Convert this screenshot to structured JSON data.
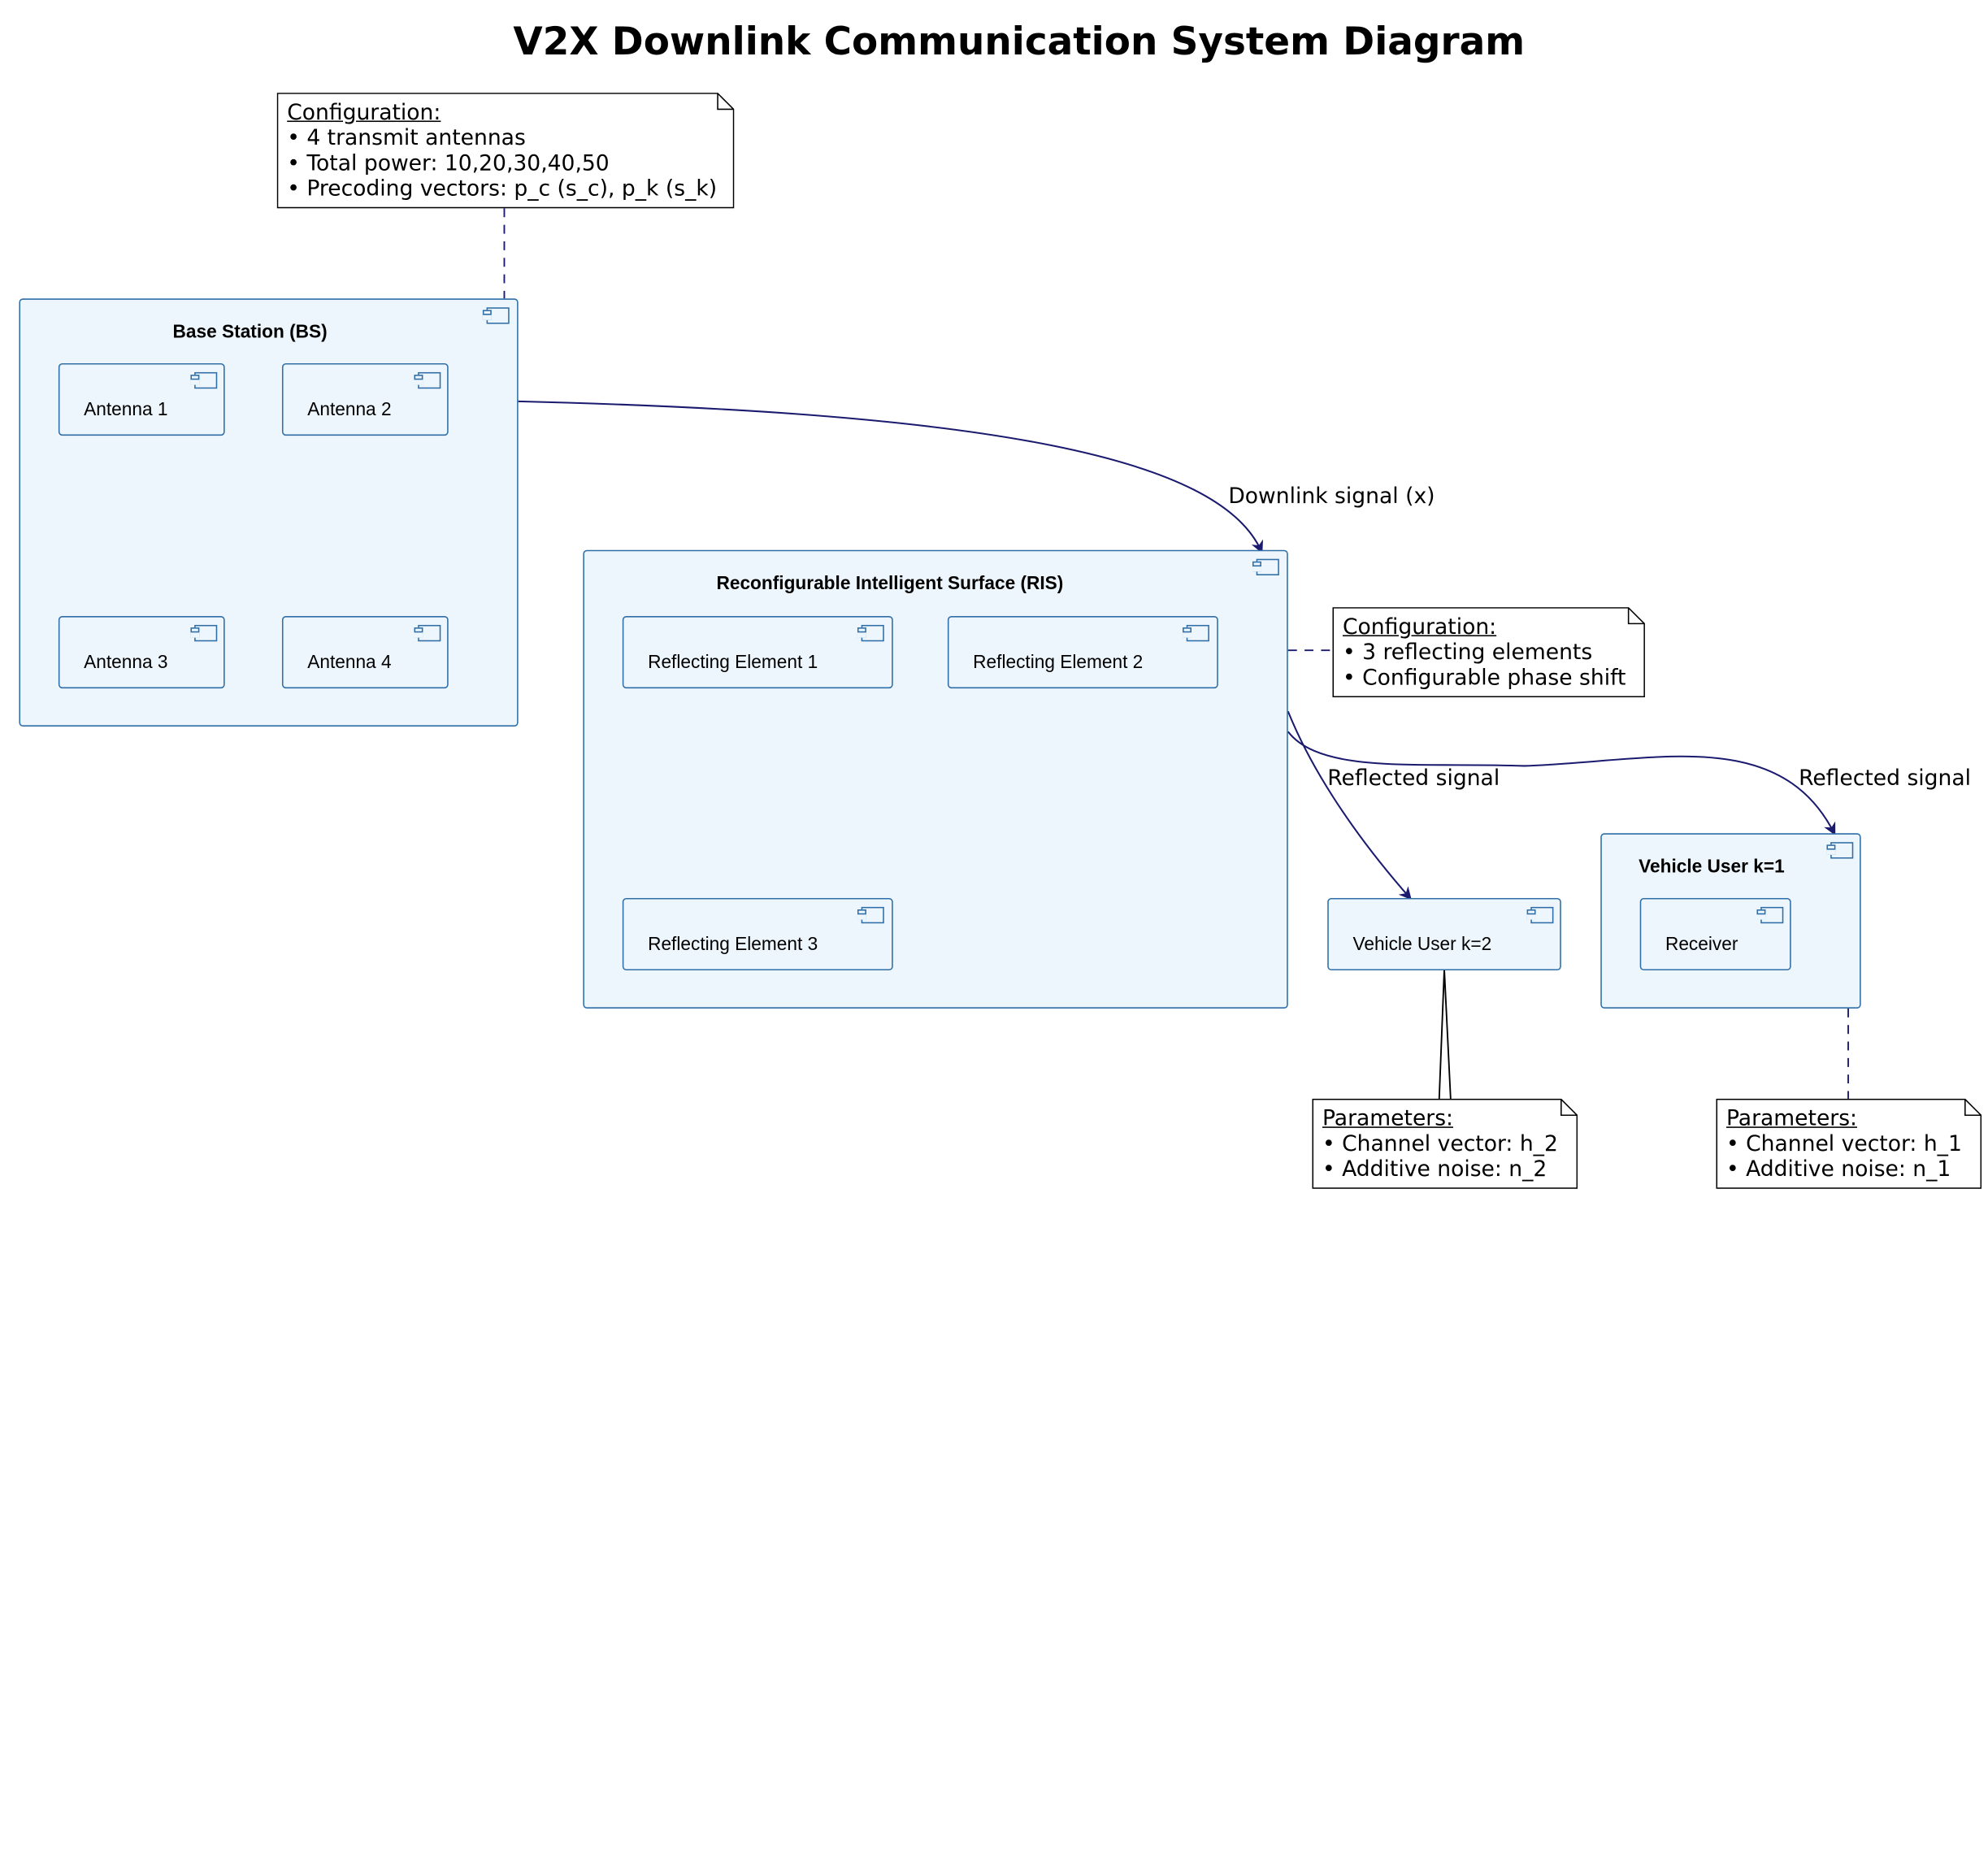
{
  "title": "V2X Downlink Communication System Diagram",
  "colors": {
    "component_fill": "#eef6fd",
    "component_border": "#2f6ea6",
    "edge": "#1a1a6e"
  },
  "base_station": {
    "label": "Base Station (BS)",
    "antennas": [
      "Antenna 1",
      "Antenna 2",
      "Antenna 3",
      "Antenna 4"
    ]
  },
  "ris": {
    "label": "Reconfigurable Intelligent Surface (RIS)",
    "elements": [
      "Reflecting Element 1",
      "Reflecting Element 2",
      "Reflecting Element 3"
    ]
  },
  "vehicle_k2": {
    "label": "Vehicle User k=2"
  },
  "vehicle_k1": {
    "label": "Vehicle User k=1",
    "receiver": "Receiver"
  },
  "notes": {
    "bs_config": {
      "heading": "Configuration:",
      "lines": [
        "• 4 transmit antennas",
        "• Total power: 10,20,30,40,50",
        "• Precoding vectors: p_c (s_c), p_k (s_k)"
      ]
    },
    "ris_config": {
      "heading": "Configuration:",
      "lines": [
        "• 3 reflecting elements",
        "• Configurable phase shift"
      ]
    },
    "k2_params": {
      "heading": "Parameters:",
      "lines": [
        "• Channel vector: h_2",
        "• Additive noise: n_2"
      ]
    },
    "k1_params": {
      "heading": "Parameters:",
      "lines": [
        "• Channel vector: h_1",
        "• Additive noise: n_1"
      ]
    }
  },
  "edges": {
    "downlink": "Downlink signal (x)",
    "reflected_k2": "Reflected signal",
    "reflected_k1": "Reflected signal"
  },
  "icons": {
    "component": "uml-component-icon"
  }
}
